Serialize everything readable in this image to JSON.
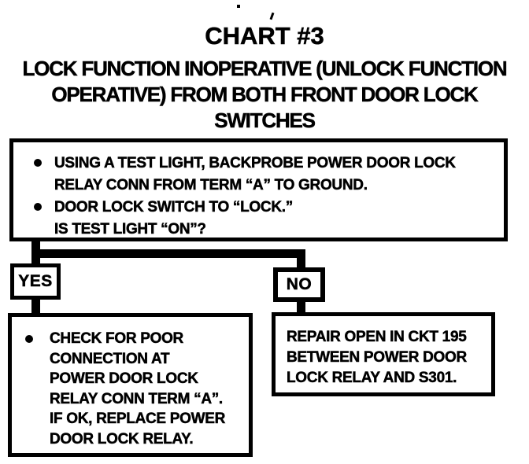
{
  "header": {
    "title": "CHART #3",
    "subtitle_lines": [
      "LOCK FUNCTION INOPERATIVE (UNLOCK FUNCTION",
      "OPERATIVE) FROM BOTH FRONT DOOR LOCK",
      "SWITCHES"
    ]
  },
  "question_box": {
    "items": [
      {
        "lines": [
          "USING A TEST LIGHT, BACKPROBE POWER DOOR LOCK",
          "RELAY CONN FROM TERM “A” TO GROUND."
        ]
      },
      {
        "lines": [
          "DOOR LOCK SWITCH TO “LOCK.”",
          "IS TEST LIGHT “ON”?"
        ]
      }
    ]
  },
  "branches": {
    "yes_label": "YES",
    "no_label": "NO"
  },
  "yes_result": {
    "lines": [
      "CHECK FOR POOR",
      "CONNECTION AT",
      "POWER DOOR LOCK",
      "RELAY CONN TERM “A”.",
      "IF OK, REPLACE POWER",
      "DOOR LOCK RELAY."
    ]
  },
  "no_result": {
    "lines": [
      "REPAIR OPEN IN CKT 195",
      "BETWEEN POWER DOOR",
      "LOCK RELAY AND S301."
    ]
  },
  "colors": {
    "ink": "#000000",
    "paper": "#ffffff"
  }
}
